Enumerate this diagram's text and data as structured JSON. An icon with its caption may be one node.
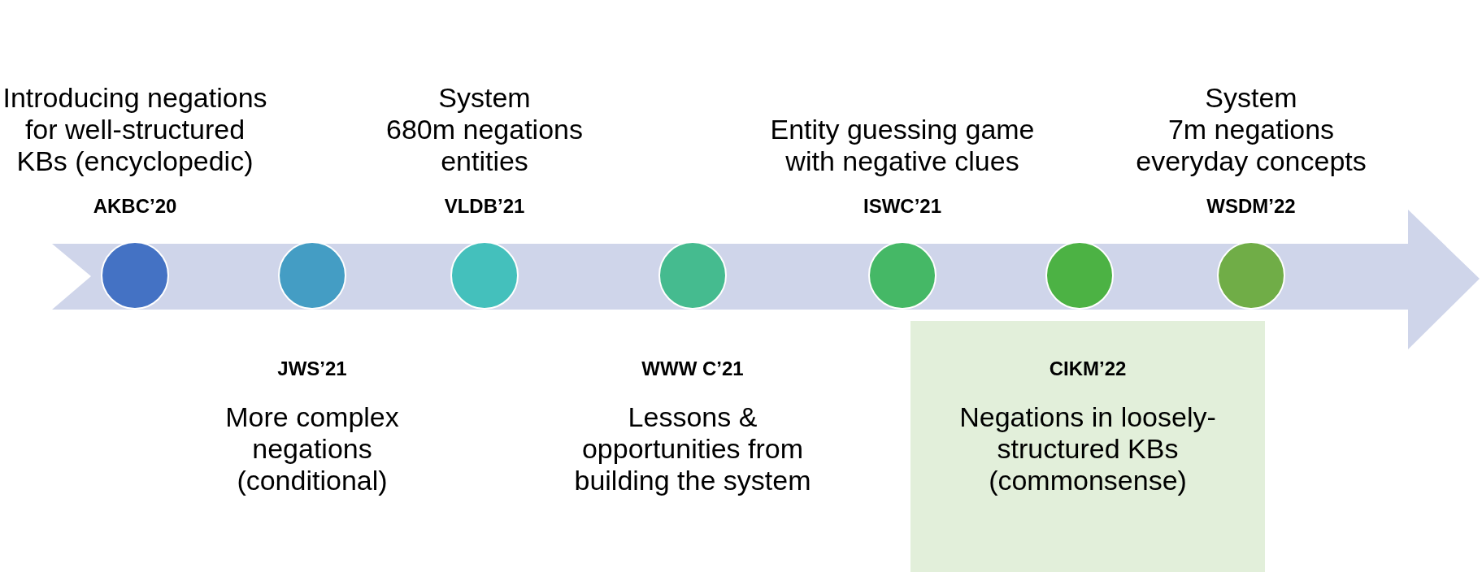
{
  "diagram": {
    "nodes": [
      {
        "text": [],
        "shape": "circle",
        "beside": [
          "Introducing negations for well-structured KBs (encyclopedic)",
          "AKBC’20"
        ]
      },
      {
        "text": [],
        "shape": "circle",
        "beside": [
          "JWS’21",
          "More complex negations (conditional)"
        ]
      },
      {
        "text": [],
        "shape": "circle",
        "beside": [
          "System",
          "680m negations",
          "entities",
          "VLDB’21"
        ]
      },
      {
        "text": [],
        "shape": "circle",
        "beside": [
          "WWW C’21",
          "Lessons & opportunities from building the system"
        ]
      },
      {
        "text": [],
        "shape": "circle",
        "beside": [
          "Entity guessing game with negative clues",
          "ISWC’21"
        ]
      },
      {
        "text": [],
        "shape": "circle"
      },
      {
        "text": [],
        "shape": "circle",
        "beside": [
          "System",
          "7m negations",
          "everyday concepts",
          "WSDM’22"
        ]
      },
      {
        "text": [
          "CIKM’22",
          "Negations in loosely-structured KBs (commonsense)"
        ]
      }
    ],
    "edges": []
  }
}
